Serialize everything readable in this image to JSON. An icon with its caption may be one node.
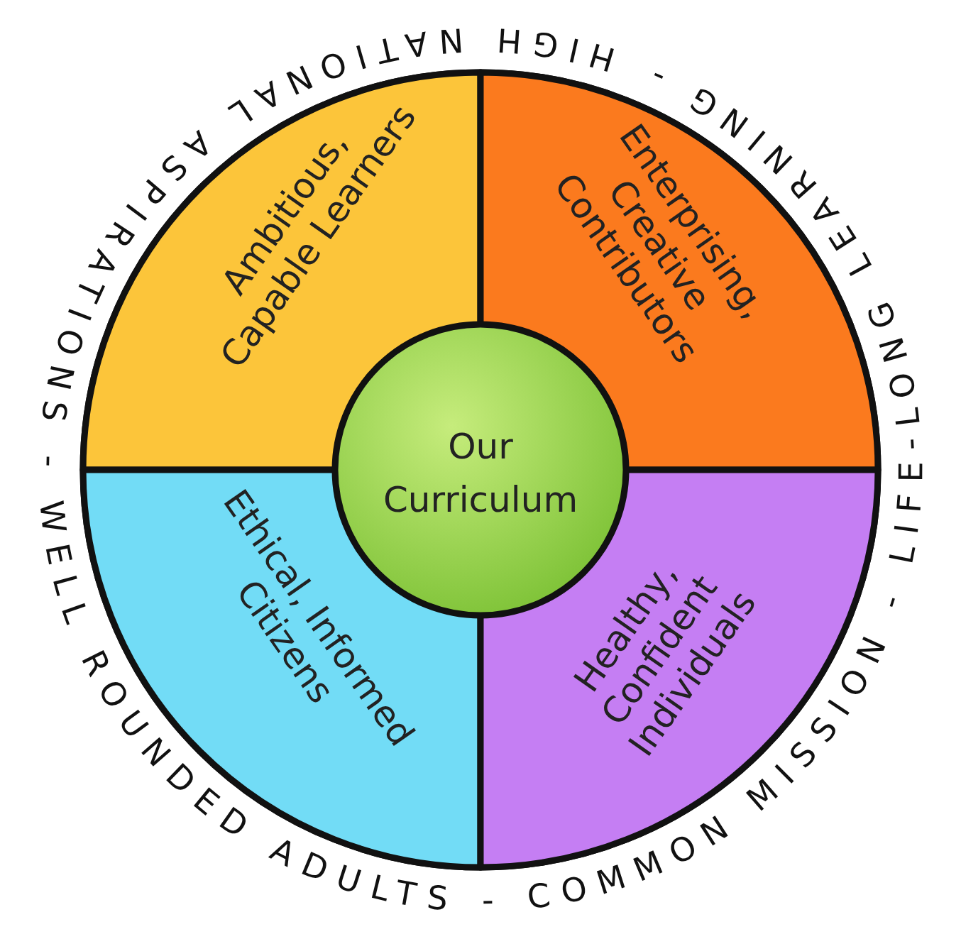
{
  "diagram": {
    "nodes": [
      {
        "text": [],
        "shape": "circle"
      },
      {
        "text": [
          "Ambitious, Capable Learners"
        ],
        "in": 0
      },
      {
        "text": [
          "Enterprising, Creative Contributors"
        ],
        "in": 0
      },
      {
        "text": [
          "Our Curriculum"
        ],
        "in": 0
      },
      {
        "text": [
          "Ethical, Informed Citizens"
        ],
        "in": 0
      },
      {
        "text": [
          "Healthy, Confident Individuals"
        ],
        "in": 0
      }
    ],
    "labels": [
      "HIGH NATIONAL ASPIRATIONS - WELL ROUNDED ADULTS - COMMON MISSION - LIFE-LONG LEARNING -"
    ]
  }
}
